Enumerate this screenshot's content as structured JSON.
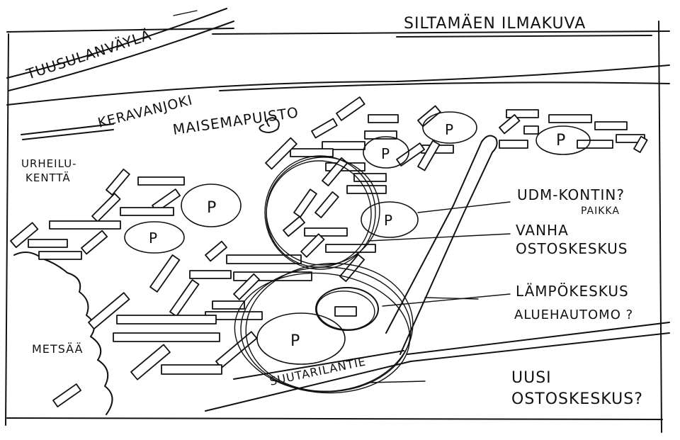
{
  "title": "SILTAMÄEN ILMAKUVA",
  "places": {
    "highway": "TUUSULANVÄYLÄ",
    "river": "KERAVANJOKI",
    "landscape_park": "MAISEMAPUISTO",
    "sports_field_line1": "URHEILU-",
    "sports_field_line2": "KENTTÄ",
    "forest": "METSÄÄ",
    "road": "SUUTARILANTIE"
  },
  "parking_symbol": "P",
  "annotations": {
    "udm_line1": "UDM-KONTIN?",
    "udm_line2": "PAIKKA",
    "old_center_line1": "VANHA",
    "old_center_line2": "OSTOSKESKUS",
    "heating_line1": "LÄMPÖKESKUS",
    "heating_line2": "ALUEHAUTOMO ?",
    "new_center_line1": "UUSI",
    "new_center_line2": "OSTOSKESKUS?"
  }
}
